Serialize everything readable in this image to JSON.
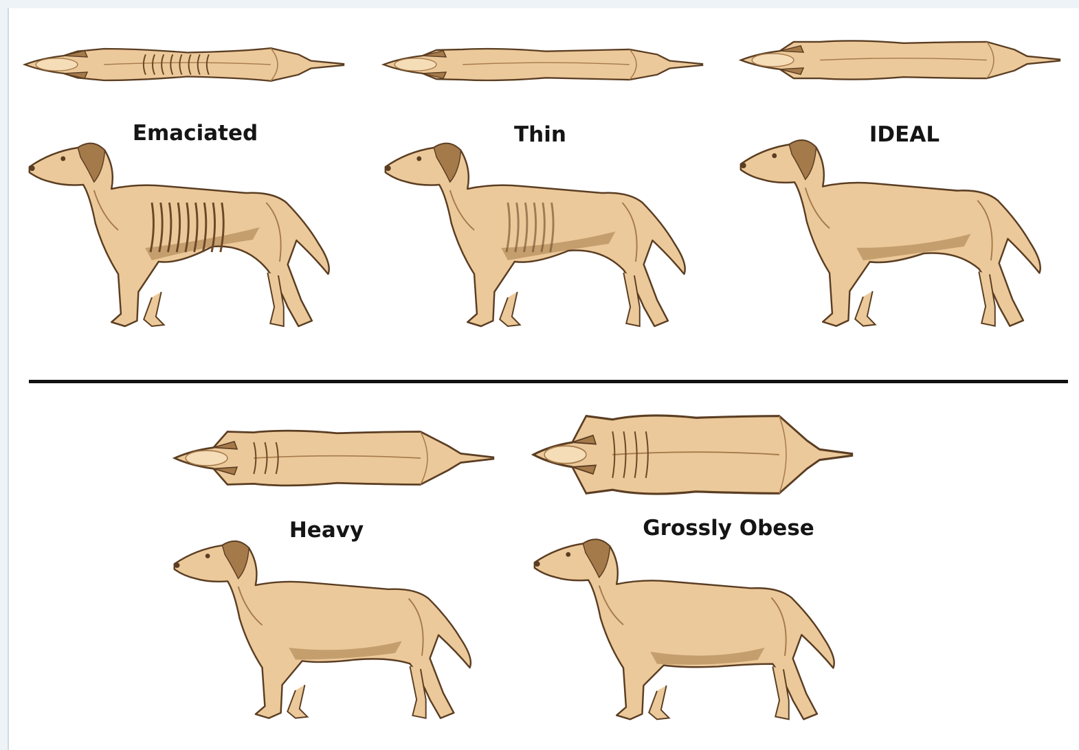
{
  "colors": {
    "coat": "#ecc99a",
    "coat_light": "#f5ddb8",
    "shade": "#a57a4a",
    "outline": "#5a3d22",
    "rib": "#6b4726",
    "divider": "#111111",
    "frame": "#eef3f8"
  },
  "conditions": [
    {
      "label": "Emaciated"
    },
    {
      "label": "Thin"
    },
    {
      "label": "IDEAL"
    },
    {
      "label": "Heavy"
    },
    {
      "label": "Grossly Obese"
    }
  ]
}
